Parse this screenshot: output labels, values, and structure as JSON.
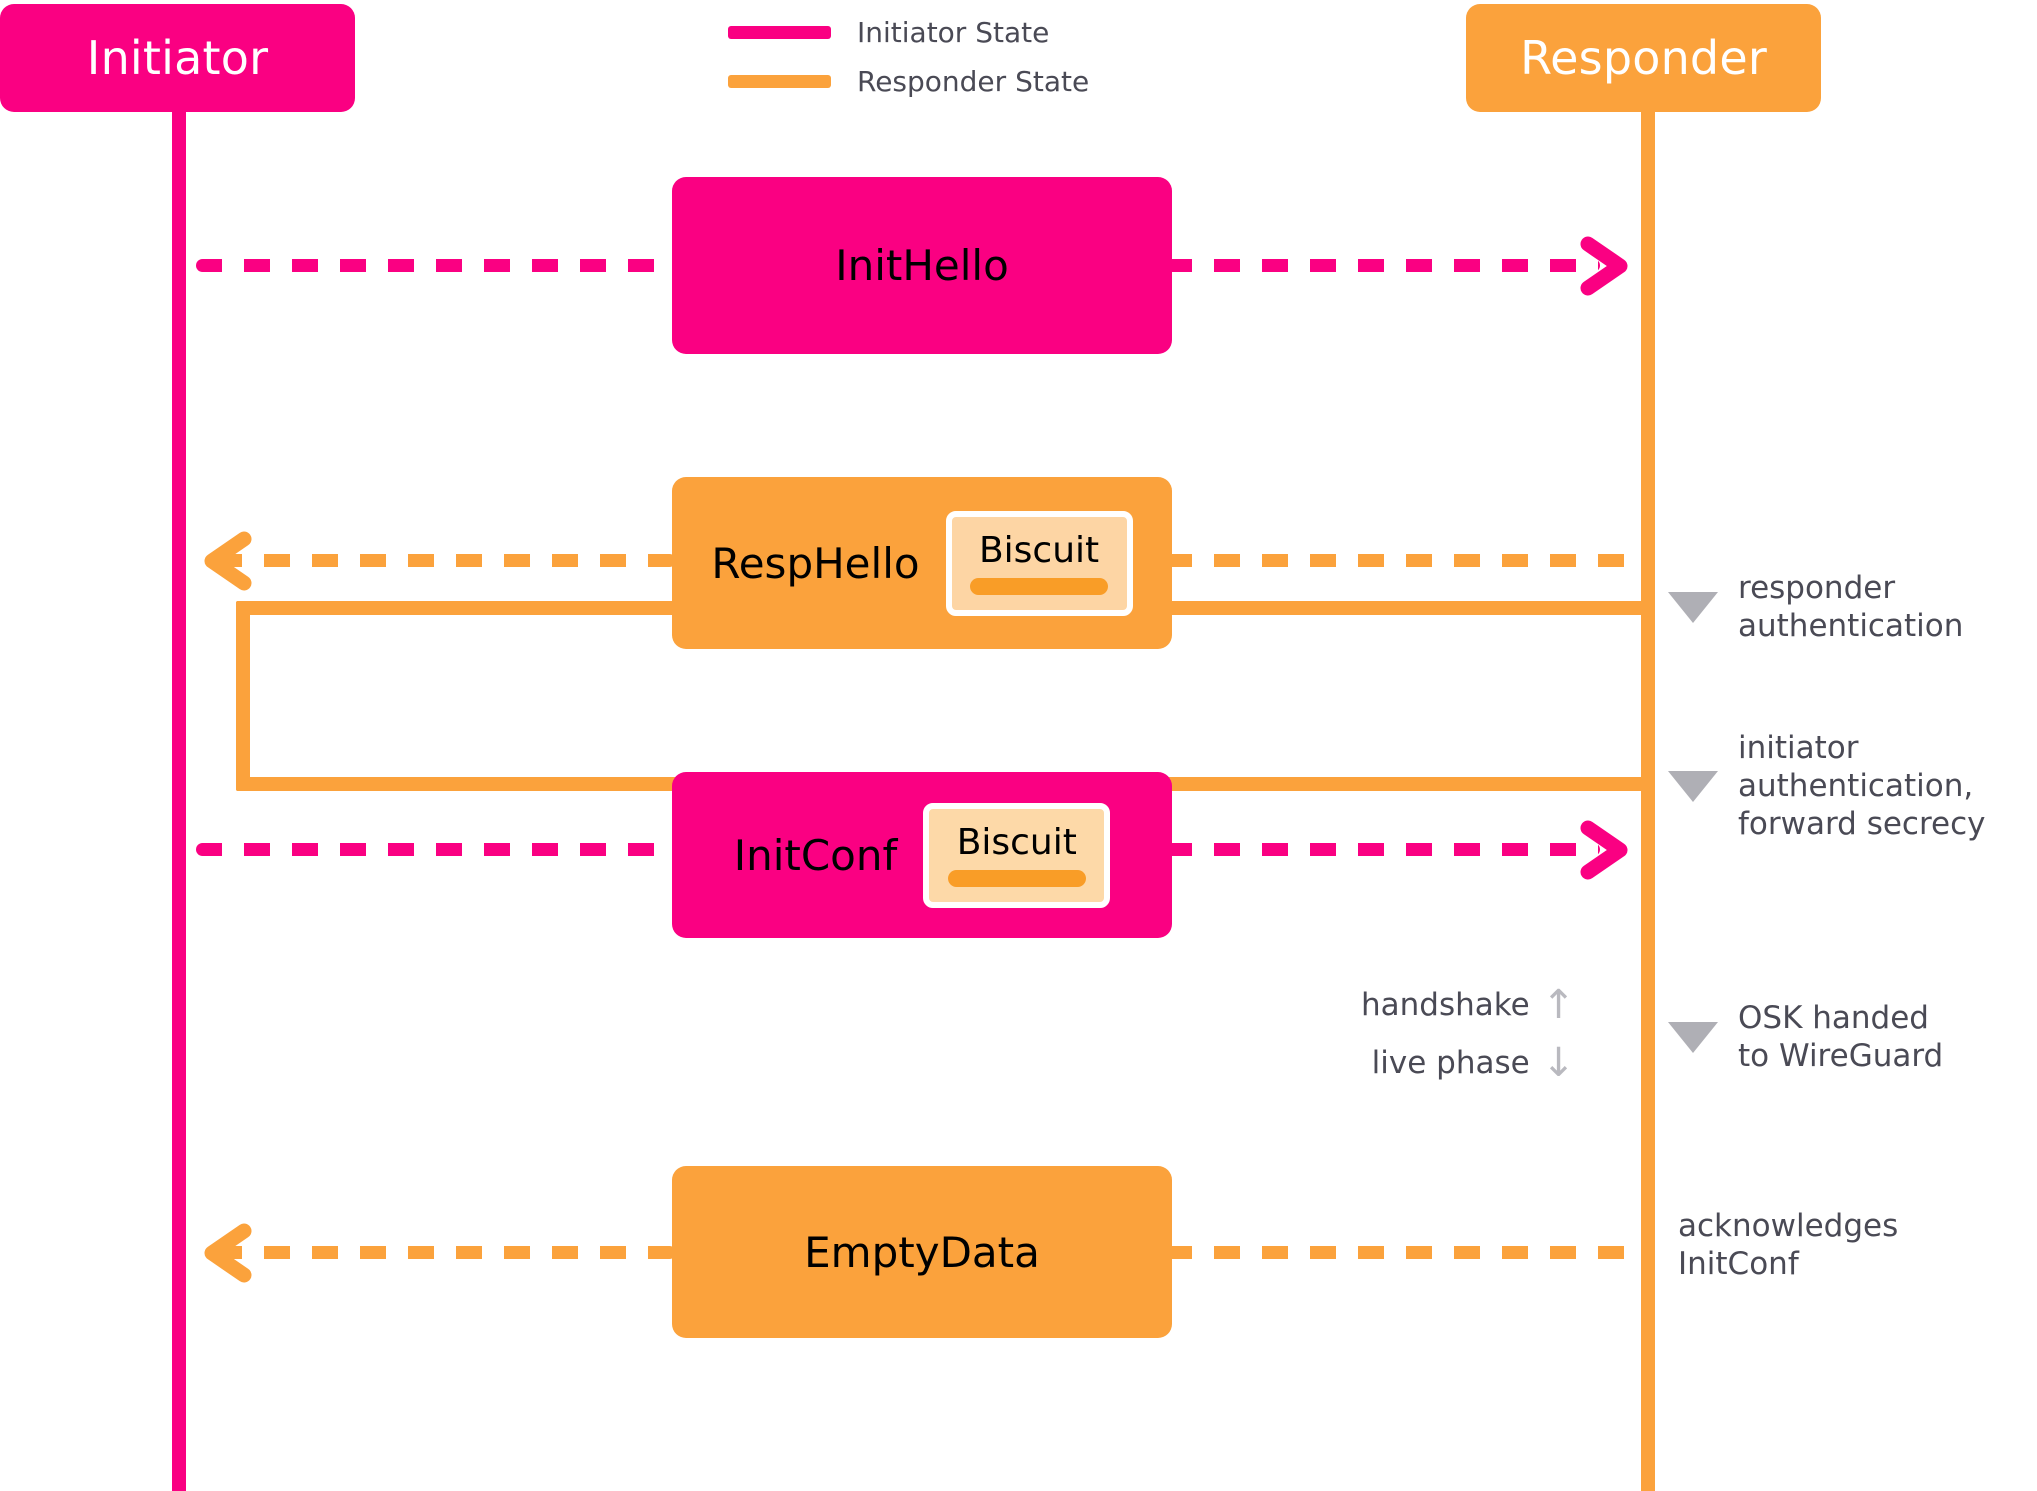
{
  "actors": {
    "initiator": {
      "label": "Initiator",
      "color": "#FA0082"
    },
    "responder": {
      "label": "Responder",
      "color": "#FBA23C"
    }
  },
  "legend": {
    "items": [
      {
        "label": "Initiator State",
        "color": "#FA0082"
      },
      {
        "label": "Responder State",
        "color": "#FBA23C"
      }
    ]
  },
  "messages": [
    {
      "id": "inithello",
      "label": "InitHello",
      "color": "#FA0082",
      "direction": "initiator-to-responder",
      "biscuit": null
    },
    {
      "id": "resphello",
      "label": "RespHello",
      "color": "#FBA23C",
      "direction": "responder-to-initiator",
      "biscuit": "Biscuit"
    },
    {
      "id": "initconf",
      "label": "InitConf",
      "color": "#FA0082",
      "direction": "initiator-to-responder",
      "biscuit": "Biscuit"
    },
    {
      "id": "emptydata",
      "label": "EmptyData",
      "color": "#FBA23C",
      "direction": "responder-to-initiator",
      "biscuit": null
    }
  ],
  "annotations": [
    {
      "id": "responder-auth",
      "text": "responder\nauthentication",
      "marker": "triangle-down"
    },
    {
      "id": "initiator-auth",
      "text": "initiator\nauthentication,\nforward secrecy",
      "marker": "triangle-down"
    },
    {
      "id": "osk-handed",
      "text": "OSK handed\nto WireGuard",
      "marker": "triangle-down"
    },
    {
      "id": "acknowledges",
      "text": "acknowledges\nInitConf",
      "marker": "none"
    }
  ],
  "phases": [
    {
      "label": "handshake",
      "arrow": "↑"
    },
    {
      "label": "live phase",
      "arrow": "↓"
    }
  ],
  "colors": {
    "pink": "#FA0082",
    "orange": "#FBA23C",
    "biscuit_fill": "#FDD5A4",
    "biscuit_bar": "#F99D27",
    "text_gray": "#4A4A55",
    "marker_gray": "#AFAFB5"
  }
}
